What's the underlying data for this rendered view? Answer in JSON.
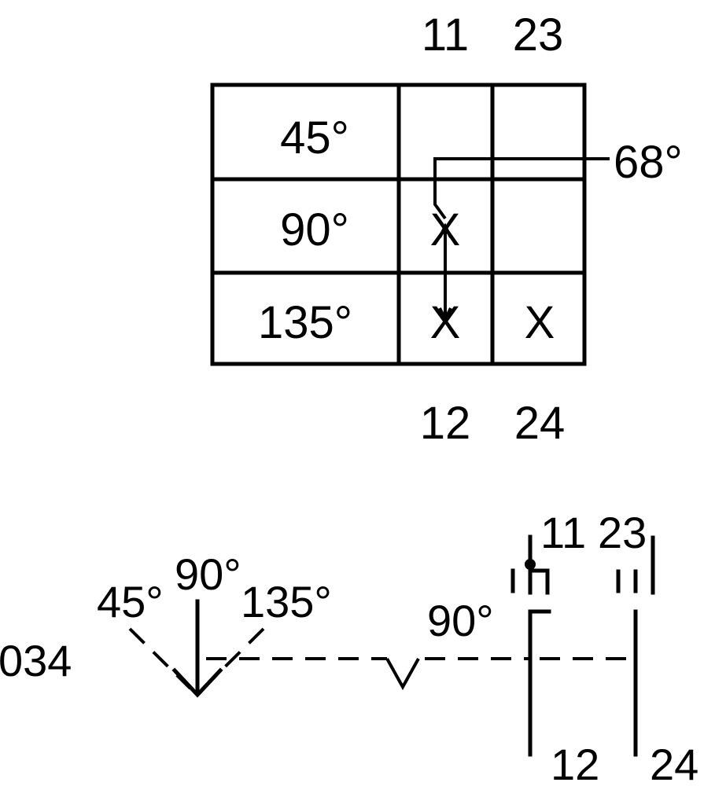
{
  "table": {
    "column_headers_top": [
      "11",
      "23"
    ],
    "column_headers_bottom": [
      "12",
      "24"
    ],
    "rows": [
      {
        "angle": "45°",
        "marks": [
          "",
          ""
        ]
      },
      {
        "angle": "90°",
        "marks": [
          "X",
          ""
        ]
      },
      {
        "angle": "135°",
        "marks": [
          "X",
          "X"
        ]
      }
    ],
    "callout": "68°"
  },
  "schematic": {
    "device_code": "034",
    "positions": [
      "45°",
      "90°",
      "135°"
    ],
    "cam_angle": "90°",
    "contact_a_top": "11",
    "contact_a_bottom": "12",
    "contact_b_top": "23",
    "contact_b_bottom": "24"
  },
  "colors": {
    "line": "#000000",
    "background": "#ffffff"
  }
}
